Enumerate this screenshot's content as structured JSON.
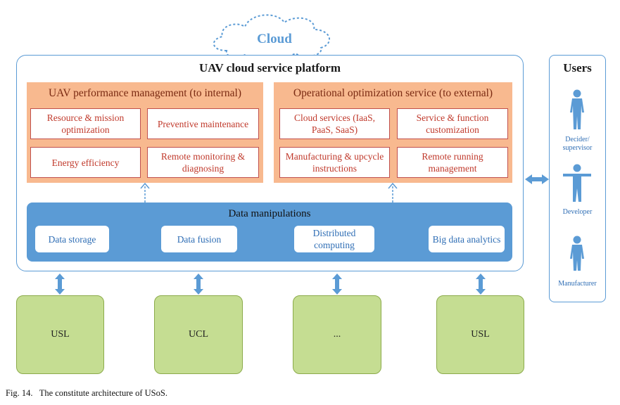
{
  "cloud": {
    "label": "Cloud"
  },
  "platform": {
    "title": "UAV cloud service platform"
  },
  "internal": {
    "title": "UAV performance management (to internal)",
    "items": [
      "Resource & mission optimization",
      "Preventive maintenance",
      "Energy efficiency",
      "Remote monitoring & diagnosing"
    ]
  },
  "external": {
    "title": "Operational optimization service (to external)",
    "items": [
      "Cloud services (IaaS, PaaS, SaaS)",
      "Service & function customization",
      "Manufacturing & upcycle instructions",
      "Remote running management"
    ]
  },
  "data": {
    "title": "Data manipulations",
    "items": [
      "Data storage",
      "Data fusion",
      "Distributed computing",
      "Big data analytics"
    ]
  },
  "nodes": [
    "USL",
    "UCL",
    "...",
    "USL"
  ],
  "users": {
    "title": "Users",
    "roles": [
      "Decider/ supervisor",
      "Developer",
      "Manufacturer"
    ]
  },
  "caption": "Fig. 14.   The constitute architecture of USoS.",
  "colors": {
    "blue": "#5b9bd5",
    "orange": "#f8b98f",
    "green": "#c5dd92",
    "red_text": "#c0392b"
  }
}
